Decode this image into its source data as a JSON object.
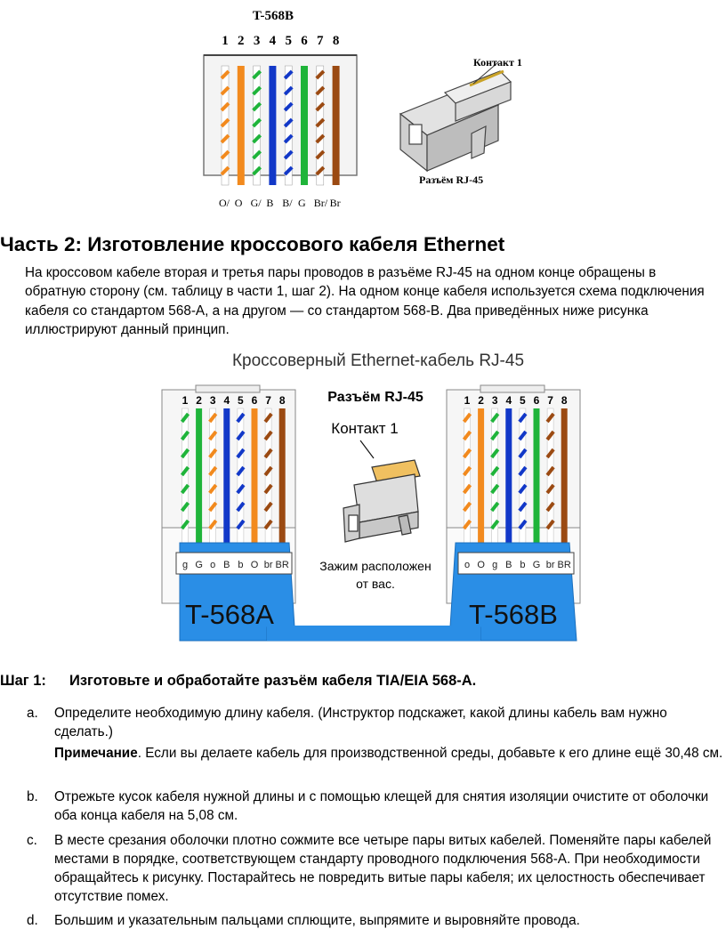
{
  "top_figure": {
    "title": "T-568B",
    "pin_numbers": [
      "1",
      "2",
      "3",
      "4",
      "5",
      "6",
      "7",
      "8"
    ],
    "wire_labels": [
      "O/",
      "O",
      "G/",
      "B",
      "B/",
      "G",
      "Br/",
      "Br"
    ],
    "contact_label": "Контакт 1",
    "connector_label": "Разъём RJ-45"
  },
  "section_title": "Часть 2: Изготовление кроссового кабеля Ethernet",
  "intro": "На кроссовом кабеле вторая и третья пары проводов в разъёме RJ-45 на одном конце обращены в обратную сторону (см. таблицу в части 1, шаг 2). На одном конце кабеля используется схема подключения кабеля со стандартом 568-A, а на другом — со стандартом 568-B. Два приведённых ниже рисунка иллюстрируют данный принцип.",
  "cross_figure": {
    "title": "Кроссоверный Ethernet-кабель RJ-45",
    "connector_heading": "Разъём RJ-45",
    "contact_label": "Контакт 1",
    "clip_note": "Зажим расположен от вас.",
    "left_standard": "T-568A",
    "right_standard": "T-568B",
    "pin_numbers": [
      "1",
      "2",
      "3",
      "4",
      "5",
      "6",
      "7",
      "8"
    ],
    "left_codes": [
      "g",
      "G",
      "o",
      "B",
      "b",
      "O",
      "br",
      "BR"
    ],
    "right_codes": [
      "o",
      "O",
      "g",
      "B",
      "b",
      "G",
      "br",
      "BR"
    ]
  },
  "step": {
    "number": "Шаг 1:",
    "title": "Изготовьте и обработайте разъём кабеля TIA/EIA 568-A."
  },
  "items": [
    {
      "marker": "a.",
      "text": "Определите необходимую длину кабеля. (Инструктор подскажет, какой длины кабель вам нужно сделать.)"
    },
    {
      "marker": "b.",
      "text": "Отрежьте кусок кабеля нужной длины и с помощью клещей для снятия изоляции очистите от оболочки оба конца кабеля на 5,08 см."
    },
    {
      "marker": "c.",
      "text": "В месте срезания оболочки плотно сожмите все четыре пары витых кабелей. Поменяйте пары кабелей местами в порядке, соответствующем стандарту проводного подключения 568-A. При необходимости обращайтесь к рисунку. Постарайтесь не повредить витые пары кабеля; их целостность обеспечивает отсутствие помех."
    },
    {
      "marker": "d.",
      "text": "Большим и указательным пальцами сплющите, выпрямите и выровняйте провода."
    }
  ],
  "note": {
    "label": "Примечание",
    "text": ". Если вы делаете кабель для производственной среды, добавьте к его длине ещё 30,48 см."
  },
  "colors": {
    "orange": "#f28a1e",
    "green": "#1fb43a",
    "blue": "#1238c8",
    "brown": "#9b4a12",
    "cable_blue": "#2a8ee6",
    "jack_grey": "#d6d6d6"
  }
}
